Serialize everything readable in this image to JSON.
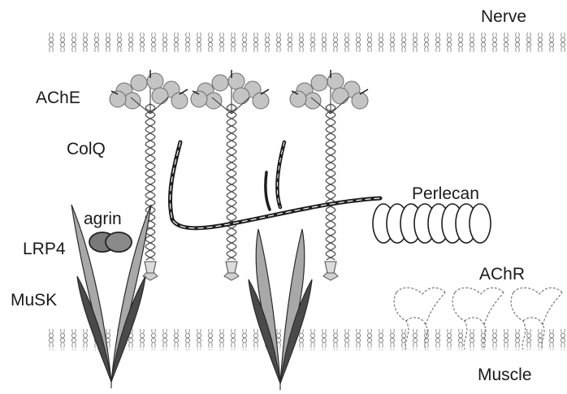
{
  "labels": {
    "nerve": "Nerve",
    "ache": "AChE",
    "colq": "ColQ",
    "perlecan": "Perlecan",
    "agrin": "agrin",
    "lrp4": "LRP4",
    "musk": "MuSK",
    "achr": "AChR",
    "muscle": "Muscle"
  },
  "colors": {
    "membrane": "#8a8a8a",
    "ache_fill": "#c4c4c4",
    "ache_stroke": "#6a6a6a",
    "helix": "#555555",
    "musk_dark": "#4a4a4a",
    "musk_light": "#a8a8a8",
    "agrin_fill": "#7a7a7a",
    "perlecan_dark": "#1e1e1e",
    "ink": "#1a1a1a"
  },
  "icons": {
    "membrane": "lipid-bilayer",
    "ache": "ache-tetramer-cluster",
    "colq": "collagen-triple-helix",
    "perlecan": "perlecan-strand",
    "perlecan_domain": "perlecan-loops",
    "agrin": "agrin-lobes",
    "musk": "musk-leaves",
    "achr": "achr-channel"
  }
}
